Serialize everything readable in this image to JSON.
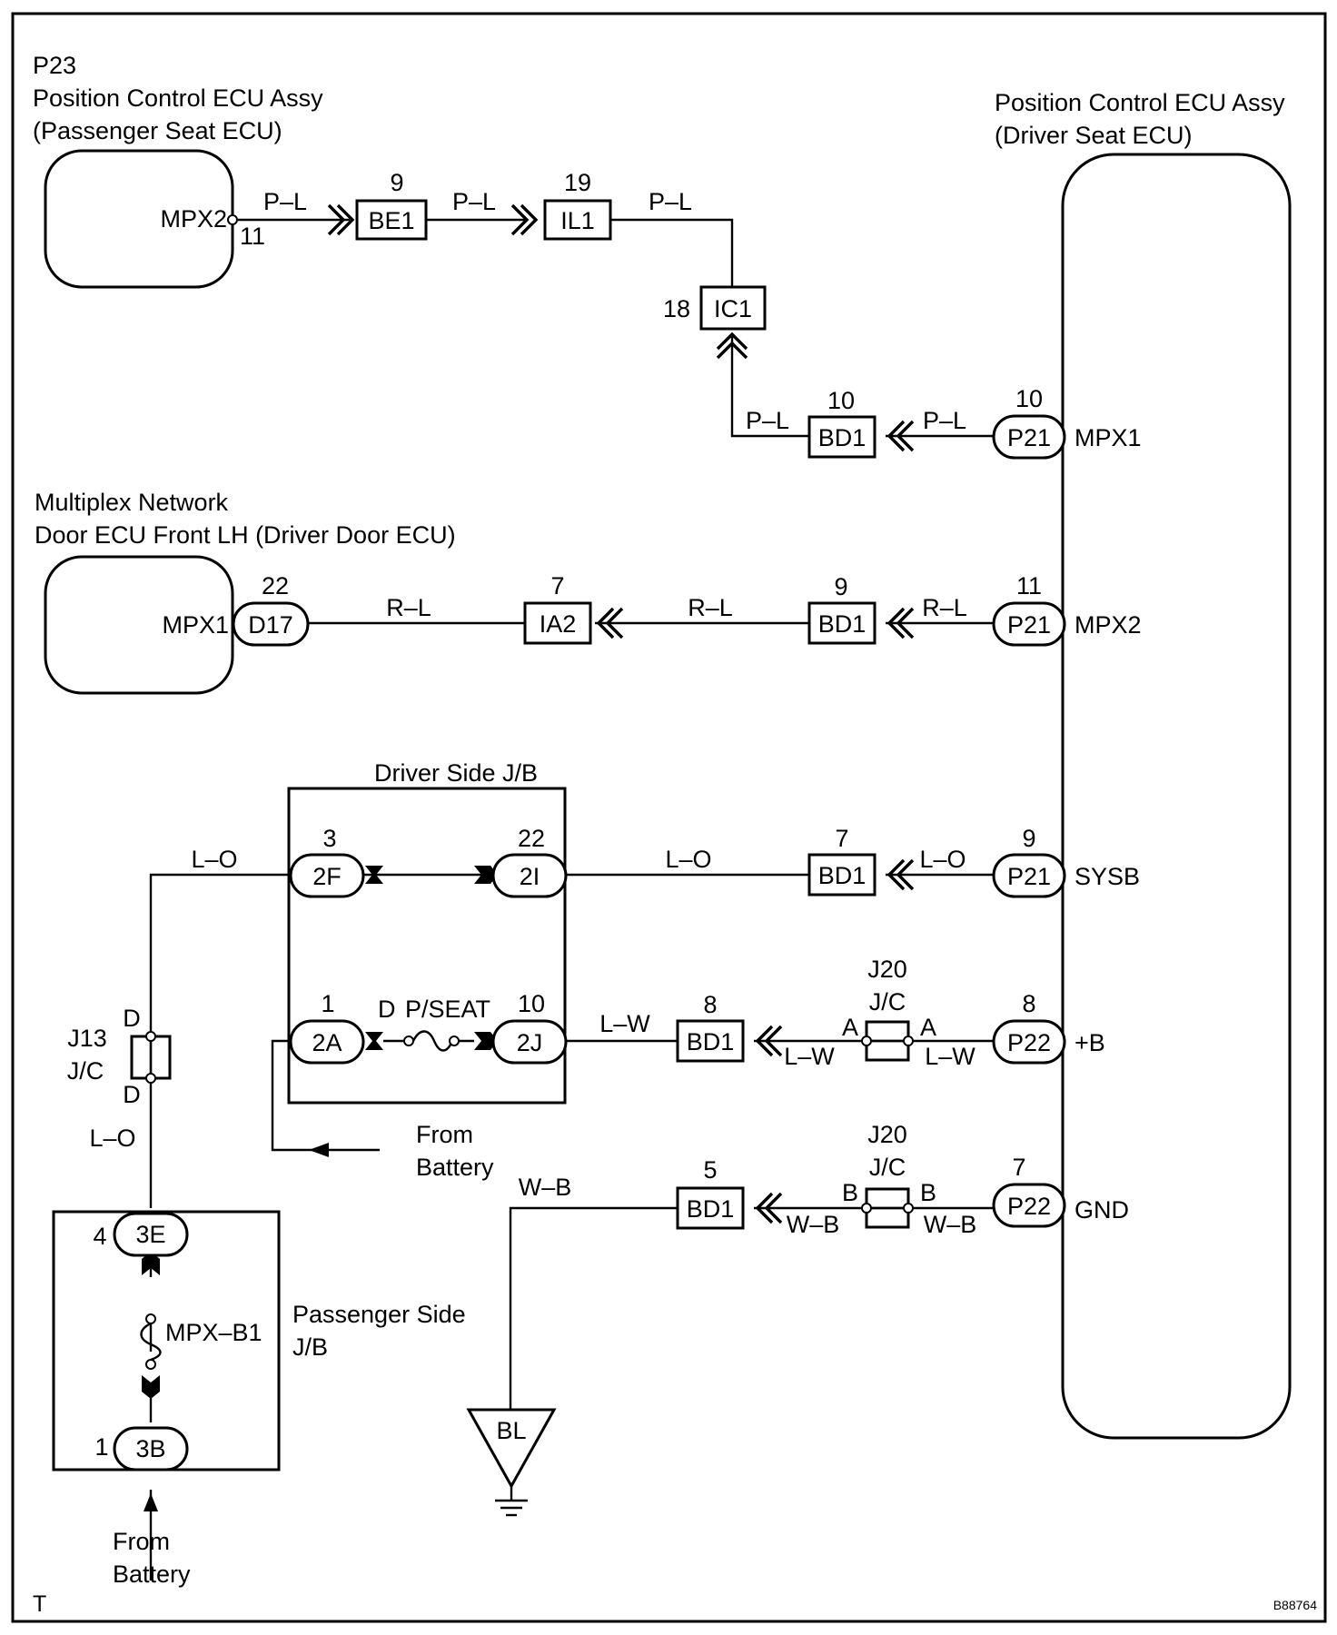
{
  "passenger_ecu": {
    "code": "P23",
    "name": "Position Control ECU Assy",
    "sub": "(Passenger Seat ECU)",
    "terminal": "MPX2",
    "pin": "11"
  },
  "driver_ecu": {
    "name": "Position Control ECU Assy",
    "sub": "(Driver Seat ECU)",
    "terminals": [
      "MPX1",
      "MPX2",
      "SYSB",
      "+B",
      "GND"
    ]
  },
  "door_ecu": {
    "name": "Multiplex Network",
    "sub": "Door ECU Front LH (Driver Door ECU)",
    "terminal": "MPX1"
  },
  "connectors": {
    "be1": {
      "label": "BE1",
      "pin": "9"
    },
    "il1": {
      "label": "IL1",
      "pin": "19"
    },
    "ic1": {
      "label": "IC1",
      "pin": "18"
    },
    "bd1_a": {
      "label": "BD1",
      "pin": "10"
    },
    "p21_a": {
      "label": "P21",
      "pin": "10"
    },
    "d17": {
      "label": "D17",
      "pin": "22"
    },
    "ia2": {
      "label": "IA2",
      "pin": "7"
    },
    "bd1_b": {
      "label": "BD1",
      "pin": "9"
    },
    "p21_b": {
      "label": "P21",
      "pin": "11"
    },
    "f2": {
      "label": "2F",
      "pin": "3"
    },
    "i2": {
      "label": "2I",
      "pin": "22"
    },
    "bd1_c": {
      "label": "BD1",
      "pin": "7"
    },
    "p21_c": {
      "label": "P21",
      "pin": "9"
    },
    "a2": {
      "label": "2A",
      "pin": "1"
    },
    "j2": {
      "label": "2J",
      "pin": "10"
    },
    "bd1_d": {
      "label": "BD1",
      "pin": "8"
    },
    "p22_a": {
      "label": "P22",
      "pin": "8"
    },
    "bd1_e": {
      "label": "BD1",
      "pin": "5"
    },
    "p22_b": {
      "label": "P22",
      "pin": "7"
    },
    "e3": {
      "label": "3E",
      "pin": "4"
    },
    "b3": {
      "label": "3B",
      "pin": "1"
    }
  },
  "wires": {
    "pl": "P–L",
    "rl": "R–L",
    "lo": "L–O",
    "lw": "L–W",
    "wb": "W–B"
  },
  "junction_blocks": {
    "driver_jb": "Driver Side J/B",
    "passenger_jb_1": "Passenger Side",
    "passenger_jb_2": "J/B",
    "fuse_pseat": "P/SEAT",
    "fuse_pseat_pin": "D",
    "fuse_mpx": "MPX–B1"
  },
  "junction_connectors": {
    "j20": "J20",
    "jc": "J/C",
    "j13": "J13",
    "pin_a": "A",
    "pin_b": "B",
    "pin_d": "D"
  },
  "from_battery_1": "From",
  "from_battery_2": "Battery",
  "ground": "BL",
  "corner_left": "T",
  "corner_right": "B88764"
}
